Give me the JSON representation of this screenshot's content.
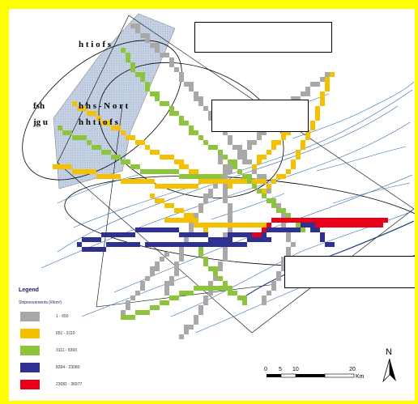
{
  "labels": {
    "callout_top": "h t i o f s",
    "callout_mid_1": "h h s - N o r t",
    "callout_mid_2": "h h t i o f s",
    "left_stub_1": "fsh",
    "left_stub_2": "jg u"
  },
  "legend": {
    "title": "Legend",
    "subtitle": "Shipmovements (#/km²)",
    "items": [
      {
        "label": "1 - 650",
        "color": "#a8a8a8"
      },
      {
        "label": "651 - 3110",
        "color": "#f5c000"
      },
      {
        "label": "3111 - 8393",
        "color": "#8cc43c"
      },
      {
        "label": "8394 - 23080",
        "color": "#2e3192"
      },
      {
        "label": "23081 - 36977",
        "color": "#e8001a"
      }
    ]
  },
  "scale": {
    "ticks": [
      "0",
      "5",
      "10",
      "20"
    ],
    "unit": "Km"
  },
  "north": {
    "label": "N"
  }
}
